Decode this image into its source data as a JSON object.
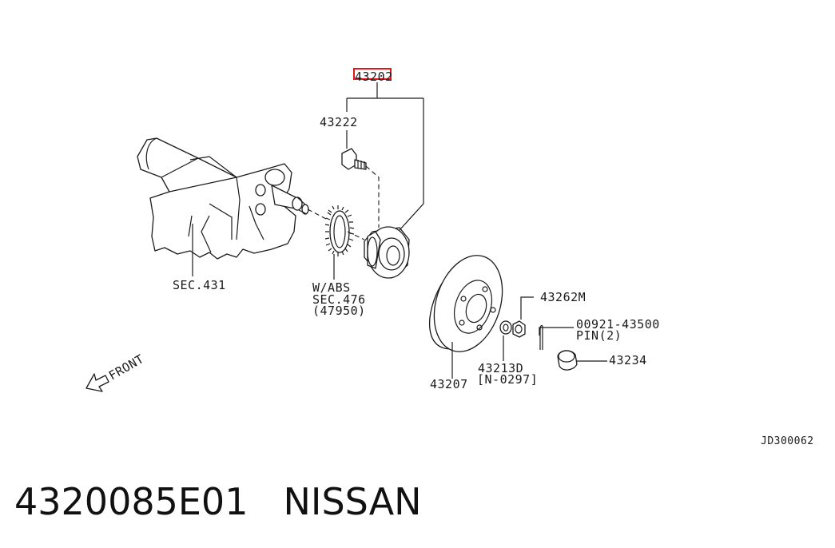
{
  "diagram": {
    "labels": {
      "main_assembly": "43202",
      "hub_bolt": "43222",
      "knuckle_section": "SEC.431",
      "sensor_ring_line1": "W/ABS",
      "sensor_ring_line2": "SEC.476",
      "sensor_ring_line3": "(47950)",
      "disc_rotor": "43207",
      "hub_nut": "43262M",
      "cotter_pin": "00921-43500",
      "cotter_pin_qty": "PIN(2)",
      "hub_cap": "43234",
      "washer_line1": "43213D",
      "washer_line2": "[N-0297]",
      "front_arrow": "FRONT",
      "drawing_code": "JD300062"
    },
    "highlight_color": "#e0161a"
  },
  "caption": {
    "part_number": "4320085E01",
    "brand": "NISSAN"
  }
}
